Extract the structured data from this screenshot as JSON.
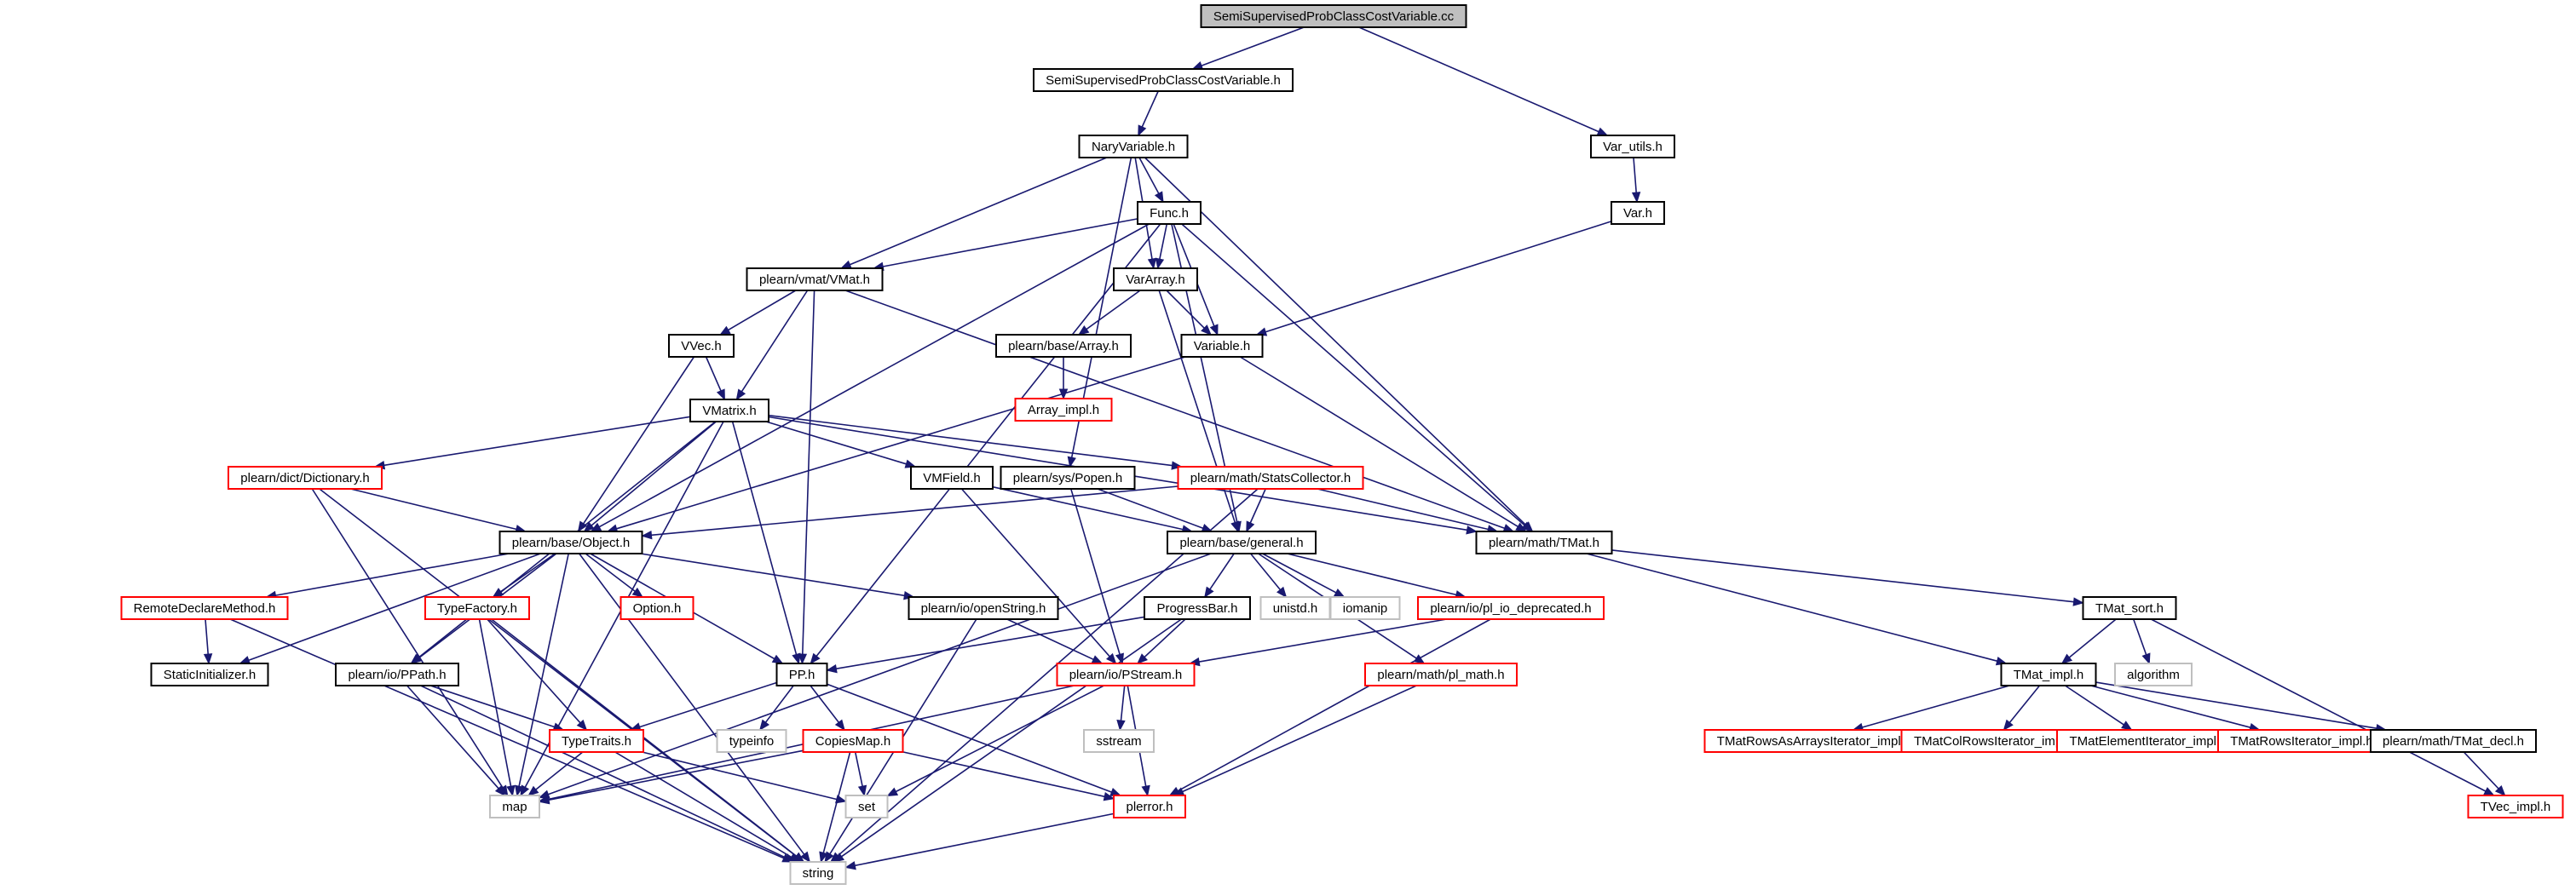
{
  "diagram": {
    "colors": {
      "edge": "#191970",
      "root_fill": "#bfbfbf",
      "node_fill": "#ffffff",
      "node_border": "#000000",
      "red_border": "#ff0000",
      "ext_border": "#bfbfbf",
      "text": "#000000"
    },
    "nodes": [
      {
        "id": "root",
        "label": "SemiSupervisedProbClassCostVariable.cc",
        "style": "root"
      },
      {
        "id": "sspch",
        "label": "SemiSupervisedProbClassCostVariable.h",
        "style": "black"
      },
      {
        "id": "nary",
        "label": "NaryVariable.h",
        "style": "black"
      },
      {
        "id": "varutils",
        "label": "Var_utils.h",
        "style": "black"
      },
      {
        "id": "var",
        "label": "Var.h",
        "style": "black"
      },
      {
        "id": "func",
        "label": "Func.h",
        "style": "black"
      },
      {
        "id": "vmat",
        "label": "plearn/vmat/VMat.h",
        "style": "black"
      },
      {
        "id": "vararray",
        "label": "VarArray.h",
        "style": "black"
      },
      {
        "id": "vvec",
        "label": "VVec.h",
        "style": "black"
      },
      {
        "id": "basearray",
        "label": "plearn/base/Array.h",
        "style": "black"
      },
      {
        "id": "variable",
        "label": "Variable.h",
        "style": "black"
      },
      {
        "id": "arrayimpl",
        "label": "Array_impl.h",
        "style": "red"
      },
      {
        "id": "vmatrix",
        "label": "VMatrix.h",
        "style": "black"
      },
      {
        "id": "dictionary",
        "label": "plearn/dict/Dictionary.h",
        "style": "red"
      },
      {
        "id": "vmfield",
        "label": "VMField.h",
        "style": "black"
      },
      {
        "id": "popen",
        "label": "plearn/sys/Popen.h",
        "style": "black"
      },
      {
        "id": "stats",
        "label": "plearn/math/StatsCollector.h",
        "style": "red"
      },
      {
        "id": "tmat",
        "label": "plearn/math/TMat.h",
        "style": "black"
      },
      {
        "id": "object",
        "label": "plearn/base/Object.h",
        "style": "black"
      },
      {
        "id": "general",
        "label": "plearn/base/general.h",
        "style": "black"
      },
      {
        "id": "remote",
        "label": "RemoteDeclareMethod.h",
        "style": "red"
      },
      {
        "id": "typefactory",
        "label": "TypeFactory.h",
        "style": "red"
      },
      {
        "id": "option",
        "label": "Option.h",
        "style": "red"
      },
      {
        "id": "openstring",
        "label": "plearn/io/openString.h",
        "style": "black"
      },
      {
        "id": "progress",
        "label": "ProgressBar.h",
        "style": "black"
      },
      {
        "id": "unistd",
        "label": "unistd.h",
        "style": "ext"
      },
      {
        "id": "iomanip",
        "label": "iomanip",
        "style": "ext"
      },
      {
        "id": "iodep",
        "label": "plearn/io/pl_io_deprecated.h",
        "style": "red"
      },
      {
        "id": "tmatsort",
        "label": "TMat_sort.h",
        "style": "black"
      },
      {
        "id": "staticinit",
        "label": "StaticInitializer.h",
        "style": "black"
      },
      {
        "id": "ppath",
        "label": "plearn/io/PPath.h",
        "style": "black"
      },
      {
        "id": "pp",
        "label": "PP.h",
        "style": "black"
      },
      {
        "id": "pstream",
        "label": "plearn/io/PStream.h",
        "style": "red"
      },
      {
        "id": "plmath",
        "label": "plearn/math/pl_math.h",
        "style": "red"
      },
      {
        "id": "tmatimpl",
        "label": "TMat_impl.h",
        "style": "black"
      },
      {
        "id": "algorithm",
        "label": "algorithm",
        "style": "ext"
      },
      {
        "id": "typetraits",
        "label": "TypeTraits.h",
        "style": "red"
      },
      {
        "id": "typeinfo",
        "label": "typeinfo",
        "style": "ext"
      },
      {
        "id": "copiesmap",
        "label": "CopiesMap.h",
        "style": "red"
      },
      {
        "id": "sstream",
        "label": "sstream",
        "style": "ext"
      },
      {
        "id": "rowsarr",
        "label": "TMatRowsAsArraysIterator_impl.h",
        "style": "red"
      },
      {
        "id": "colrows",
        "label": "TMatColRowsIterator_impl.h",
        "style": "red"
      },
      {
        "id": "elemit",
        "label": "TMatElementIterator_impl.h",
        "style": "red"
      },
      {
        "id": "rowsit",
        "label": "TMatRowsIterator_impl.h",
        "style": "red"
      },
      {
        "id": "tmatdecl",
        "label": "plearn/math/TMat_decl.h",
        "style": "black"
      },
      {
        "id": "map",
        "label": "map",
        "style": "ext"
      },
      {
        "id": "set",
        "label": "set",
        "style": "ext"
      },
      {
        "id": "plerror",
        "label": "plerror.h",
        "style": "red"
      },
      {
        "id": "tvecimpl",
        "label": "TVec_impl.h",
        "style": "red"
      },
      {
        "id": "string",
        "label": "string",
        "style": "ext"
      }
    ],
    "edges": [
      [
        "root",
        "sspch"
      ],
      [
        "root",
        "varutils"
      ],
      [
        "sspch",
        "nary"
      ],
      [
        "varutils",
        "var"
      ],
      [
        "var",
        "variable"
      ],
      [
        "nary",
        "func"
      ],
      [
        "nary",
        "vmat"
      ],
      [
        "nary",
        "vararray"
      ],
      [
        "nary",
        "popen"
      ],
      [
        "nary",
        "tmat"
      ],
      [
        "func",
        "vmat"
      ],
      [
        "func",
        "vararray"
      ],
      [
        "func",
        "variable"
      ],
      [
        "func",
        "object"
      ],
      [
        "func",
        "pp"
      ],
      [
        "func",
        "general"
      ],
      [
        "func",
        "tmat"
      ],
      [
        "vmat",
        "vvec"
      ],
      [
        "vmat",
        "vmatrix"
      ],
      [
        "vmat",
        "pp"
      ],
      [
        "vmat",
        "tmat"
      ],
      [
        "vararray",
        "basearray"
      ],
      [
        "vararray",
        "variable"
      ],
      [
        "vararray",
        "general"
      ],
      [
        "basearray",
        "arrayimpl"
      ],
      [
        "variable",
        "object"
      ],
      [
        "variable",
        "tmat"
      ],
      [
        "vvec",
        "vmatrix"
      ],
      [
        "vvec",
        "object"
      ],
      [
        "vmatrix",
        "dictionary"
      ],
      [
        "vmatrix",
        "vmfield"
      ],
      [
        "vmatrix",
        "stats"
      ],
      [
        "vmatrix",
        "tmat"
      ],
      [
        "vmatrix",
        "object"
      ],
      [
        "vmatrix",
        "ppath"
      ],
      [
        "vmatrix",
        "pp"
      ],
      [
        "vmatrix",
        "map"
      ],
      [
        "dictionary",
        "object"
      ],
      [
        "dictionary",
        "string"
      ],
      [
        "dictionary",
        "map"
      ],
      [
        "vmfield",
        "general"
      ],
      [
        "vmfield",
        "pstream"
      ],
      [
        "popen",
        "general"
      ],
      [
        "popen",
        "pstream"
      ],
      [
        "stats",
        "object"
      ],
      [
        "stats",
        "general"
      ],
      [
        "stats",
        "tmat"
      ],
      [
        "stats",
        "string"
      ],
      [
        "tmat",
        "tmatimpl"
      ],
      [
        "tmat",
        "tmatsort"
      ],
      [
        "object",
        "remote"
      ],
      [
        "object",
        "typefactory"
      ],
      [
        "object",
        "option"
      ],
      [
        "object",
        "openstring"
      ],
      [
        "object",
        "staticinit"
      ],
      [
        "object",
        "ppath"
      ],
      [
        "object",
        "pp"
      ],
      [
        "object",
        "map"
      ],
      [
        "object",
        "string"
      ],
      [
        "general",
        "progress"
      ],
      [
        "general",
        "unistd"
      ],
      [
        "general",
        "iomanip"
      ],
      [
        "general",
        "iodep"
      ],
      [
        "general",
        "plmath"
      ],
      [
        "general",
        "map"
      ],
      [
        "remote",
        "staticinit"
      ],
      [
        "remote",
        "string"
      ],
      [
        "typefactory",
        "typetraits"
      ],
      [
        "typefactory",
        "map"
      ],
      [
        "typefactory",
        "string"
      ],
      [
        "openstring",
        "pstream"
      ],
      [
        "openstring",
        "string"
      ],
      [
        "progress",
        "pp"
      ],
      [
        "progress",
        "pstream"
      ],
      [
        "progress",
        "string"
      ],
      [
        "iodep",
        "pstream"
      ],
      [
        "iodep",
        "plerror"
      ],
      [
        "tmatsort",
        "tmatimpl"
      ],
      [
        "tmatsort",
        "algorithm"
      ],
      [
        "tmatsort",
        "tvecimpl"
      ],
      [
        "ppath",
        "typetraits"
      ],
      [
        "ppath",
        "map"
      ],
      [
        "ppath",
        "string"
      ],
      [
        "pp",
        "typetraits"
      ],
      [
        "pp",
        "typeinfo"
      ],
      [
        "pp",
        "copiesmap"
      ],
      [
        "pp",
        "plerror"
      ],
      [
        "pstream",
        "map"
      ],
      [
        "pstream",
        "set"
      ],
      [
        "pstream",
        "sstream"
      ],
      [
        "pstream",
        "plerror"
      ],
      [
        "plmath",
        "plerror"
      ],
      [
        "tmatimpl",
        "rowsarr"
      ],
      [
        "tmatimpl",
        "colrows"
      ],
      [
        "tmatimpl",
        "elemit"
      ],
      [
        "tmatimpl",
        "rowsit"
      ],
      [
        "tmatimpl",
        "tmatdecl"
      ],
      [
        "typetraits",
        "map"
      ],
      [
        "typetraits",
        "set"
      ],
      [
        "typetraits",
        "string"
      ],
      [
        "copiesmap",
        "map"
      ],
      [
        "copiesmap",
        "set"
      ],
      [
        "copiesmap",
        "string"
      ],
      [
        "copiesmap",
        "plerror"
      ],
      [
        "plerror",
        "string"
      ],
      [
        "tmatdecl",
        "tvecimpl"
      ]
    ]
  }
}
